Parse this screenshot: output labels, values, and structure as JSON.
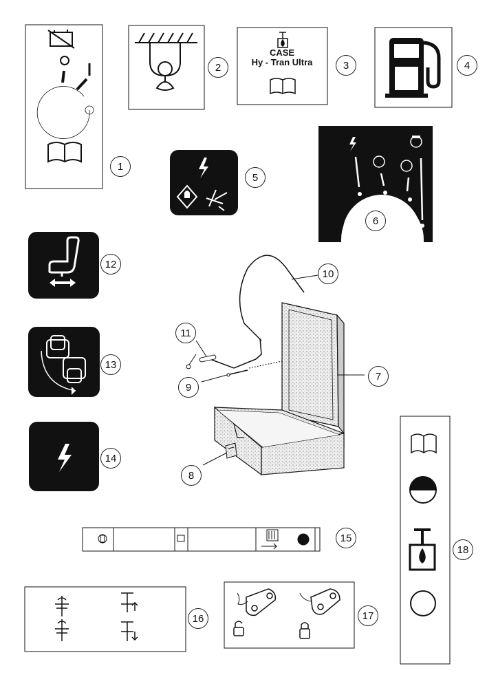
{
  "decals": {
    "hydraulic_fluid": {
      "brand": "CASE",
      "product": "Hy - Tran Ultra"
    }
  },
  "callouts": [
    "1",
    "2",
    "3",
    "4",
    "5",
    "6",
    "7",
    "8",
    "9",
    "10",
    "11",
    "12",
    "13",
    "14",
    "15",
    "16",
    "17",
    "18"
  ]
}
